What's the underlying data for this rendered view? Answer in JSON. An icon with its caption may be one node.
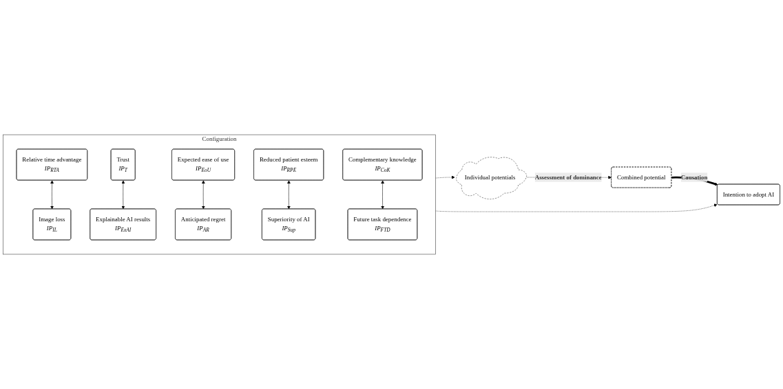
{
  "diagram": {
    "nodes": [
      {
        "text": [
          "Configuration"
        ]
      },
      {
        "text": [
          "Trust",
          "IP$_{T}$"
        ],
        "in": 0
      },
      {
        "text": [
          "Relative time advantage",
          "IP$_{RTA}$"
        ],
        "in": 0
      },
      {
        "text": [
          "Expected ease of use",
          "IP$_{EoU}$"
        ],
        "in": 0
      },
      {
        "text": [
          "Reduced patient esteem",
          "IP$_{RPE}$"
        ],
        "in": 0
      },
      {
        "text": [
          "Complementary knowledge",
          "IP$_{CoK}$"
        ],
        "in": 0
      },
      {
        "text": [
          "Future task dependence",
          "IP$_{FTD}$"
        ],
        "in": 0
      },
      {
        "text": [
          "Superiority of AI",
          "IP$_{Sup}$"
        ],
        "in": 0
      },
      {
        "text": [
          "Anticipated regret",
          "IP$_{AR}$"
        ],
        "in": 0
      },
      {
        "text": [
          "Image loss",
          "IP$_{IL}$"
        ],
        "in": 0
      },
      {
        "text": [
          "Explainable AI results",
          "IP$_{ExAI}$"
        ],
        "in": 0
      },
      {
        "text": [
          "Individual potentials"
        ]
      },
      {
        "text": [
          "Combined potential"
        ]
      },
      {
        "text": [
          "Intention to adopt AI"
        ]
      }
    ],
    "edges": [
      {
        "from": 2,
        "to": 9,
        "arrow": "both"
      },
      {
        "from": 1,
        "to": 10,
        "arrow": "both"
      },
      {
        "from": 3,
        "to": 8,
        "arrow": "both"
      },
      {
        "from": 4,
        "to": 7,
        "arrow": "both"
      },
      {
        "from": 5,
        "to": 6,
        "arrow": "both"
      },
      {
        "from": 0,
        "to": 11,
        "arrow": "to",
        "style": "dashed"
      },
      {
        "from": 11,
        "to": 12,
        "arrow": "to",
        "style": "dashed",
        "label": "Assessment of dominance"
      },
      {
        "from": 0,
        "to": 13,
        "arrow": "to",
        "style": "dashed"
      },
      {
        "from": 12,
        "to": 13,
        "arrow": "to",
        "style": "thick",
        "label": "Causation"
      }
    ]
  }
}
